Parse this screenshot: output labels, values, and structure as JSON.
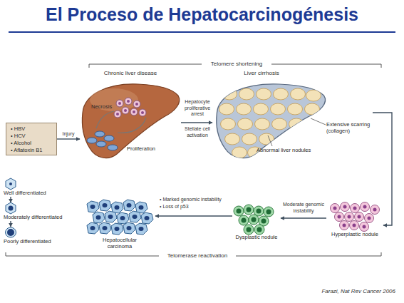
{
  "diagram": {
    "title": "El Proceso de Hepatocarcinogénesis",
    "caption": "Farazi, Nat Rev Cancer 2006",
    "nodes": [
      {
        "text": [
          "• HBV",
          "• HCV",
          "• Alcohol",
          "• Aflatoxin B1"
        ]
      },
      {
        "text": [
          "Chronic liver disease",
          "Necrosis",
          "Proliferation"
        ]
      },
      {
        "text": [
          "Liver cirrhosis",
          "Extensive scarring (collagen)",
          "Abnormal liver nodules"
        ]
      },
      {
        "text": [
          "Hyperplastic nodule"
        ]
      },
      {
        "text": [
          "Dysplastic nodule"
        ]
      },
      {
        "text": [
          "Hepatocellular carcinoma"
        ]
      },
      {
        "text": [
          "Well differentiated"
        ]
      },
      {
        "text": [
          "Moderately differentiated"
        ]
      },
      {
        "text": [
          "Poorly differentiated"
        ]
      }
    ],
    "edges": [
      {
        "from": 0,
        "to": 1,
        "label": "Injury",
        "arrow": "to"
      },
      {
        "from": 1,
        "to": 2,
        "label": "Hepatocyte proliferative arrest",
        "arrow": "to"
      },
      {
        "from": 2,
        "to": 3,
        "arrow": "to"
      },
      {
        "from": 3,
        "to": 4,
        "label": "Moderate genomic instability",
        "arrow": "to"
      },
      {
        "from": 4,
        "to": 5,
        "label": "• Marked genomic instability",
        "arrow": "to"
      },
      {
        "from": 6,
        "to": 7,
        "arrow": "to"
      },
      {
        "from": 7,
        "to": 8,
        "arrow": "to"
      }
    ],
    "labels": [
      "Telomere shortening",
      "Stellate cell activation",
      "• Loss of p53",
      "Telomerase reactivation"
    ]
  }
}
